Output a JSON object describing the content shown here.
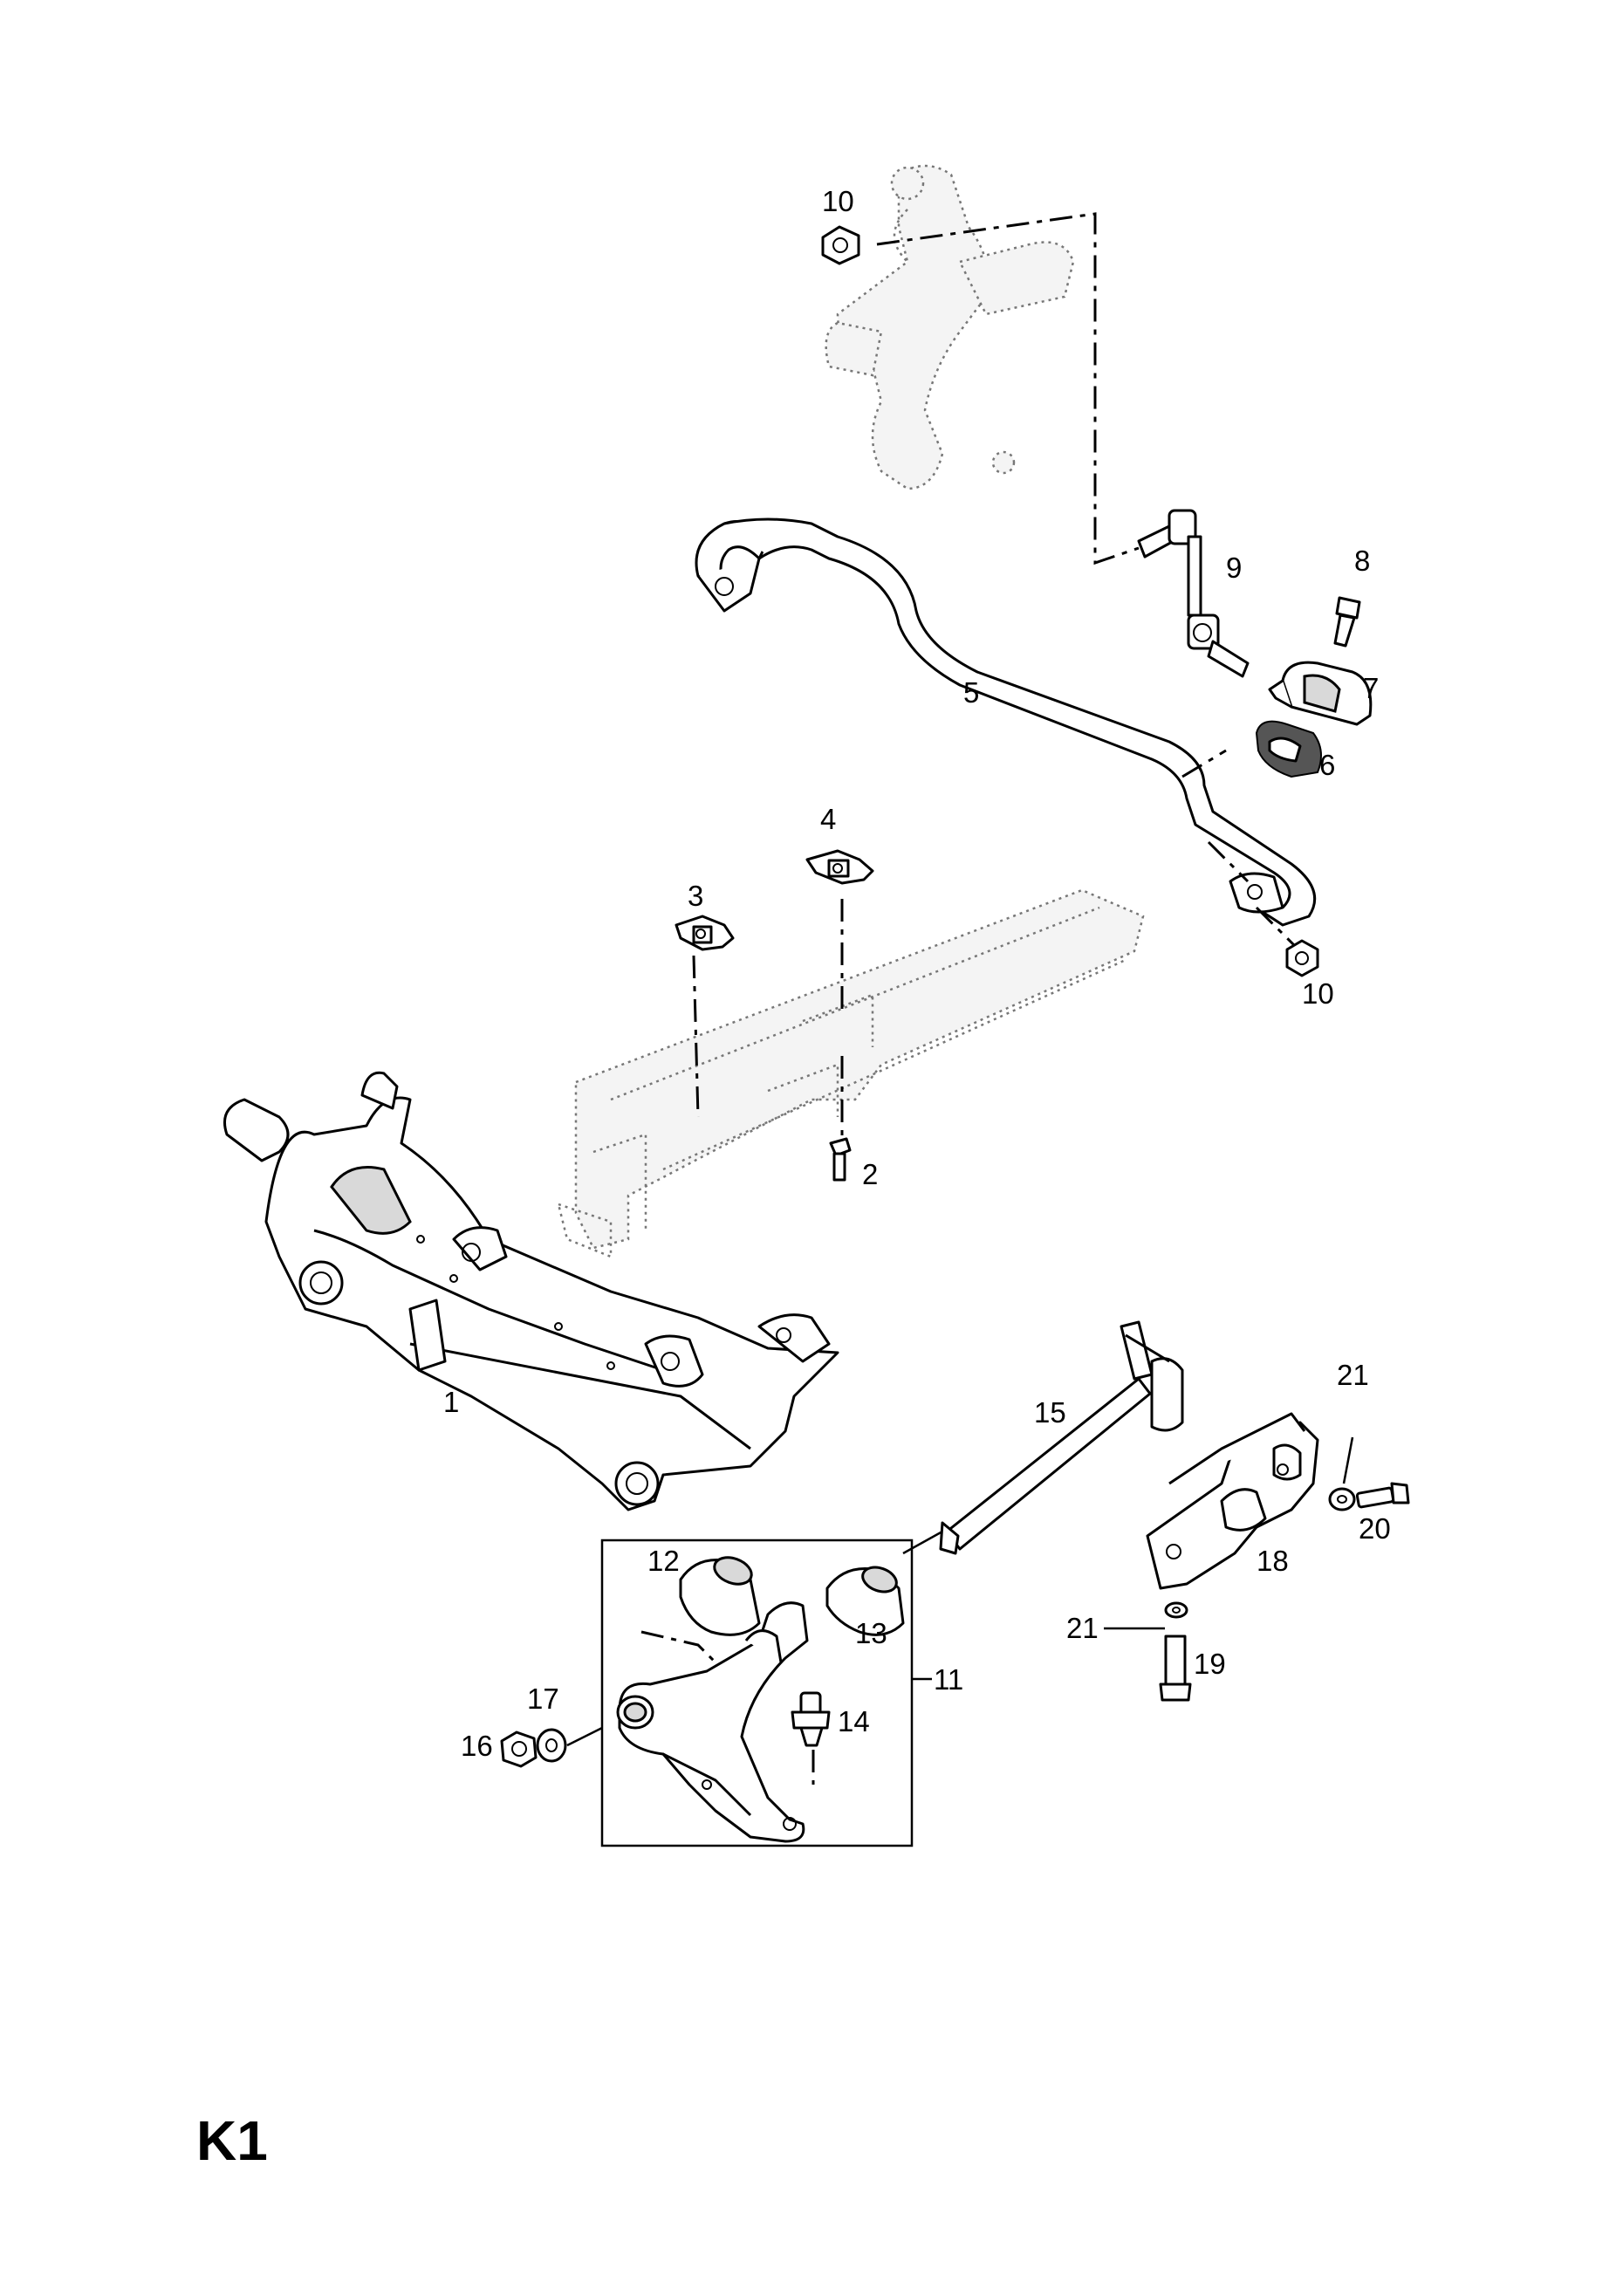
{
  "page_code": "K1",
  "callouts": {
    "c1": "1",
    "c2": "2",
    "c3": "3",
    "c4": "4",
    "c5": "5",
    "c6": "6",
    "c7": "7",
    "c8": "8",
    "c9": "9",
    "c10a": "10",
    "c10b": "10",
    "c11": "11",
    "c12": "12",
    "c13": "13",
    "c14": "14",
    "c15": "15",
    "c16": "16",
    "c17": "17",
    "c18": "18",
    "c19": "19",
    "c20": "20",
    "c21a": "21",
    "c21b": "21"
  }
}
